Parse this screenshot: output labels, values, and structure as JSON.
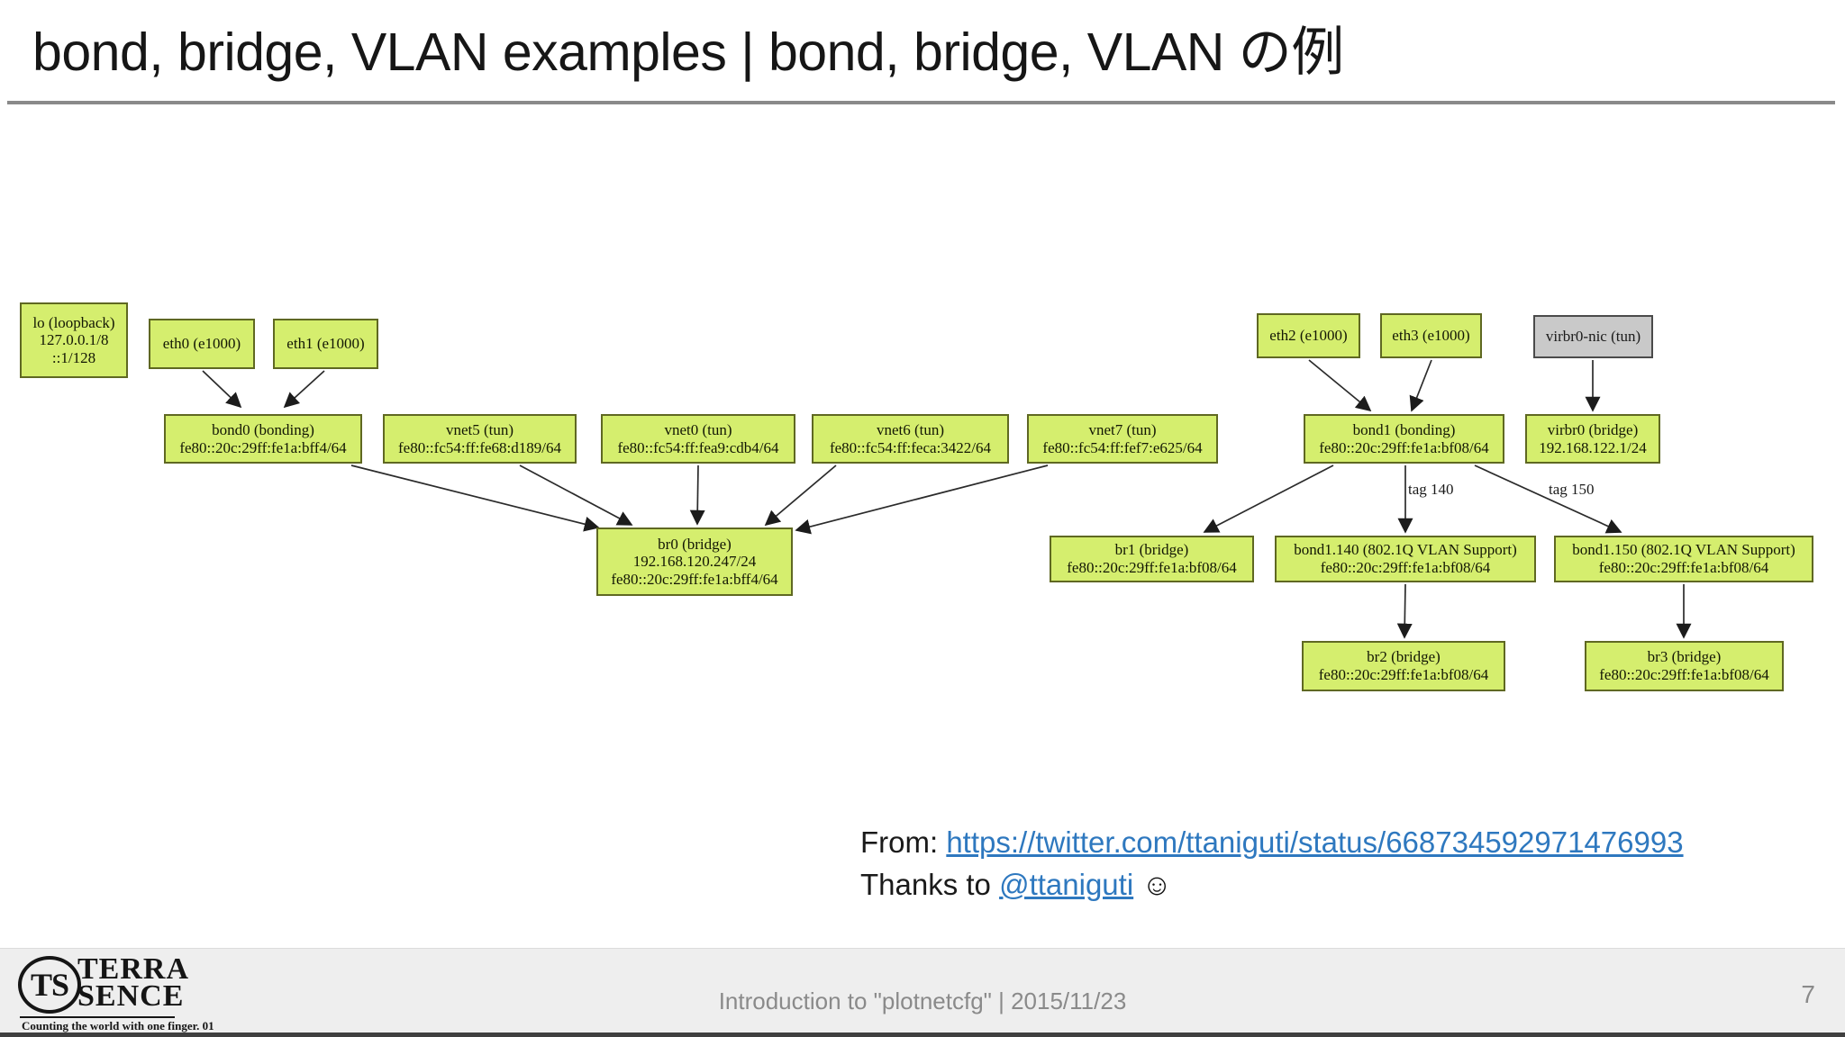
{
  "slide": {
    "title": "bond, bridge, VLAN examples | bond, bridge, VLAN の例",
    "footer": {
      "caption": "Introduction to \"plotnetcfg\" | 2015/11/23",
      "page_number": "7"
    },
    "logo": {
      "abbr": "TS",
      "word1": "TERRA",
      "word2": "SENCE",
      "tagline": "Counting the world with one finger. 01"
    }
  },
  "attribution": {
    "from_label": "From: ",
    "from_url": "https://twitter.com/ttaniguti/status/668734592971476993",
    "thanks_label": "Thanks to ",
    "thanks_handle": "@ttaniguti",
    "smiley": "☺"
  },
  "diagram": {
    "colors": {
      "node_fill": "#d5ee6e",
      "node_border": "#5f6822",
      "gray_node_fill": "#c9c9c9",
      "gray_node_border": "#4a4a4a",
      "edge_stroke": "#2b2b2b",
      "link_blue": "#2e78bf",
      "footer_bg": "#eeeeee",
      "footer_text": "#8a8a8a"
    },
    "nodes": {
      "lo": {
        "lines": [
          "lo (loopback)",
          "127.0.0.1/8",
          "::1/128"
        ]
      },
      "eth0": {
        "lines": [
          "eth0 (e1000)"
        ]
      },
      "eth1": {
        "lines": [
          "eth1 (e1000)"
        ]
      },
      "bond0": {
        "lines": [
          "bond0 (bonding)",
          "fe80::20c:29ff:fe1a:bff4/64"
        ]
      },
      "vnet5": {
        "lines": [
          "vnet5 (tun)",
          "fe80::fc54:ff:fe68:d189/64"
        ]
      },
      "vnet0": {
        "lines": [
          "vnet0 (tun)",
          "fe80::fc54:ff:fea9:cdb4/64"
        ]
      },
      "vnet6": {
        "lines": [
          "vnet6 (tun)",
          "fe80::fc54:ff:feca:3422/64"
        ]
      },
      "vnet7": {
        "lines": [
          "vnet7 (tun)",
          "fe80::fc54:ff:fef7:e625/64"
        ]
      },
      "br0": {
        "lines": [
          "br0 (bridge)",
          "192.168.120.247/24",
          "fe80::20c:29ff:fe1a:bff4/64"
        ]
      },
      "eth2": {
        "lines": [
          "eth2 (e1000)"
        ]
      },
      "eth3": {
        "lines": [
          "eth3 (e1000)"
        ]
      },
      "virbr0_nic": {
        "lines": [
          "virbr0-nic (tun)"
        ]
      },
      "bond1": {
        "lines": [
          "bond1 (bonding)",
          "fe80::20c:29ff:fe1a:bf08/64"
        ]
      },
      "virbr0": {
        "lines": [
          "virbr0 (bridge)",
          "192.168.122.1/24"
        ]
      },
      "br1": {
        "lines": [
          "br1 (bridge)",
          "fe80::20c:29ff:fe1a:bf08/64"
        ]
      },
      "bond1_140": {
        "lines": [
          "bond1.140 (802.1Q VLAN Support)",
          "fe80::20c:29ff:fe1a:bf08/64"
        ]
      },
      "bond1_150": {
        "lines": [
          "bond1.150 (802.1Q VLAN Support)",
          "fe80::20c:29ff:fe1a:bf08/64"
        ]
      },
      "br2": {
        "lines": [
          "br2 (bridge)",
          "fe80::20c:29ff:fe1a:bf08/64"
        ]
      },
      "br3": {
        "lines": [
          "br3 (bridge)",
          "fe80::20c:29ff:fe1a:bf08/64"
        ]
      }
    },
    "edge_labels": {
      "tag140": "tag 140",
      "tag150": "tag 150"
    },
    "edges": [
      {
        "from": "eth0",
        "to": "bond0"
      },
      {
        "from": "eth1",
        "to": "bond0"
      },
      {
        "from": "bond0",
        "to": "br0"
      },
      {
        "from": "vnet5",
        "to": "br0"
      },
      {
        "from": "vnet0",
        "to": "br0"
      },
      {
        "from": "vnet6",
        "to": "br0"
      },
      {
        "from": "vnet7",
        "to": "br0"
      },
      {
        "from": "eth2",
        "to": "bond1"
      },
      {
        "from": "eth3",
        "to": "bond1"
      },
      {
        "from": "virbr0_nic",
        "to": "virbr0"
      },
      {
        "from": "bond1",
        "to": "br1"
      },
      {
        "from": "bond1",
        "to": "bond1_140",
        "label": "tag 140"
      },
      {
        "from": "bond1",
        "to": "bond1_150",
        "label": "tag 150"
      },
      {
        "from": "bond1_140",
        "to": "br2"
      },
      {
        "from": "bond1_150",
        "to": "br3"
      }
    ]
  }
}
